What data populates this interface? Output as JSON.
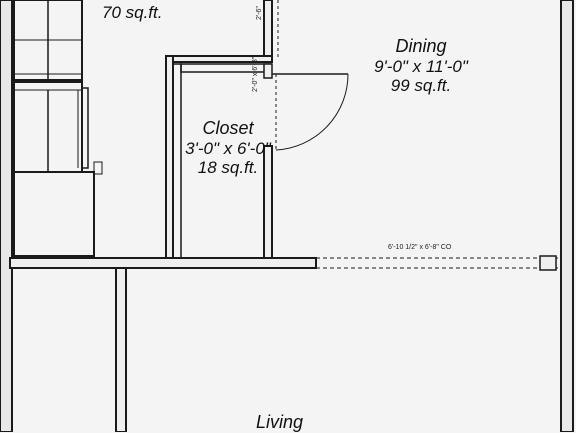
{
  "rooms": {
    "kitchen": {
      "area": "70 sq.ft."
    },
    "dining": {
      "name": "Dining",
      "dimensions": "9'-0\" x 11'-0\"",
      "area": "99 sq.ft."
    },
    "closet": {
      "name": "Closet",
      "dimensions": "3'-0\" x 6'-0\"",
      "area": "18 sq.ft."
    },
    "living": {
      "name": "Living"
    }
  },
  "notes": {
    "opening": "6'-10 1/2\" x 6'-8\" CO",
    "closet_door": "2'-0\" x 6'-8\"",
    "top_door": "2'-6\""
  },
  "colors": {
    "background": "#f4f4f4",
    "wall": "#1a1a1a",
    "wall_fill": "#efefef"
  }
}
